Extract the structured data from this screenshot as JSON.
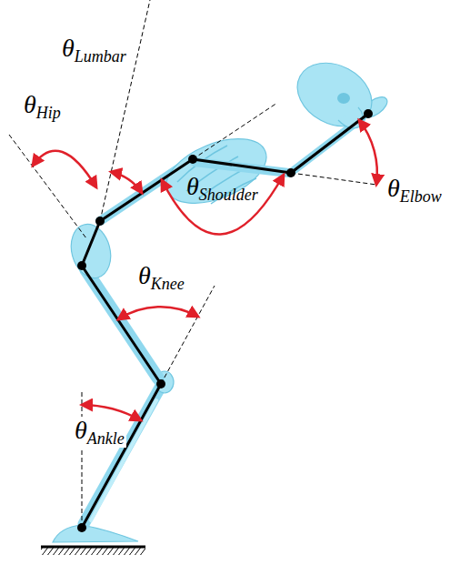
{
  "diagram": {
    "labels": [
      "θLumbar",
      "θHip",
      "θShoulder",
      "θElbow",
      "θKnee",
      "θAnkle"
    ]
  }
}
